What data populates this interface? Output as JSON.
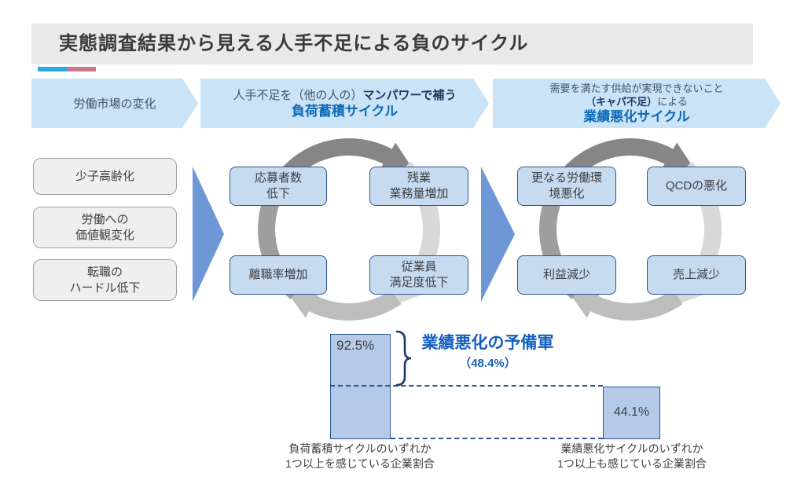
{
  "slide": {
    "title": "実態調査結果から見える人手不足による負のサイクル"
  },
  "accent_colors": {
    "blue": "#29ABE2",
    "pink": "#C9798F"
  },
  "banners": {
    "market": {
      "label": "労働市場の変化"
    },
    "load": {
      "line1_normal": "人手不足を（他の人の）",
      "line1_bold": "マンパワーで補う",
      "cycle_name": "負荷蓄積サイクル"
    },
    "decline": {
      "line1": "需要を満たす供給が実現できないこと",
      "line2_bold": "（キャパ不足）",
      "line2_normal": "による",
      "cycle_name": "業績悪化サイクル"
    }
  },
  "market_factors": [
    {
      "label": "少子高齢化"
    },
    {
      "label": "労働への\n価値観変化"
    },
    {
      "label": "転職の\nハードル低下"
    }
  ],
  "load_cycle": [
    {
      "label": "応募者数\n低下"
    },
    {
      "label": "残業\n業務量増加"
    },
    {
      "label": "離職率増加"
    },
    {
      "label": "従業員\n満足度低下"
    }
  ],
  "decline_cycle": [
    {
      "label": "更なる労働環\n境悪化"
    },
    {
      "label": "QCDの悪化"
    },
    {
      "label": "利益減少"
    },
    {
      "label": "売上減少"
    }
  ],
  "chart_data": {
    "type": "bar",
    "categories": [
      "負荷蓄積サイクルのいずれか1つ以上を感じている企業割合",
      "業績悪化サイクルのいずれか1つ以上も感じている企業割合"
    ],
    "category_labels": [
      "負荷蓄積サイクルのいずれか\n1つ以上を感じている企業割合",
      "業績悪化サイクルのいずれか\n1つ以上も感じている企業割合"
    ],
    "values": [
      92.5,
      44.1
    ],
    "value_labels": [
      "92.5%",
      "44.1%"
    ],
    "ylim": [
      0,
      100
    ],
    "annotation": {
      "label": "業績悪化の予備軍",
      "value": 48.4,
      "value_label": "（48.4%）"
    },
    "bar_fill": "#B4CAE8",
    "bar_border": "#2E5597",
    "dash_color": "#2E5597",
    "grid": false,
    "legend": false
  },
  "theme": {
    "banner_fill": "#CBE3F6",
    "cycle_box_fill": "#C6DAF0",
    "cycle_box_border": "#2F5597",
    "flow_arrow_blue": "#6E97D5",
    "cycle_name_blue": "#0C6AB8",
    "navy": "#1F3864",
    "ring_grays": [
      "#868686",
      "#D8D8D8",
      "#BDBDBD",
      "#9E9E9E"
    ]
  }
}
